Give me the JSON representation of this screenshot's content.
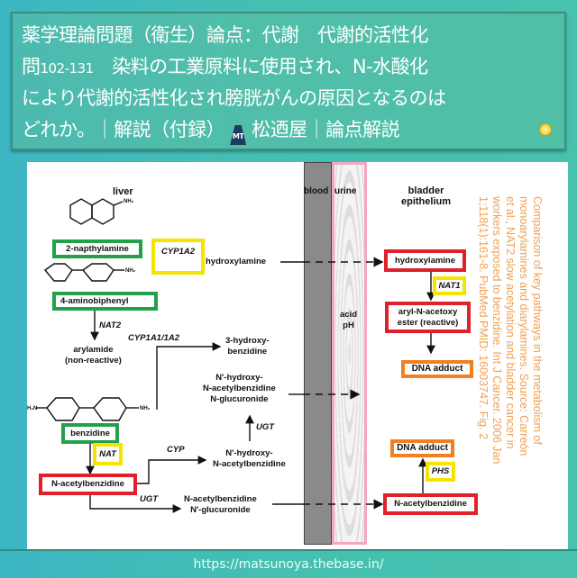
{
  "header": {
    "line1": "薬学理論問題（衛生）論点：代謝　代謝的活性化",
    "line2_prefix": "問",
    "line2_num": "102-131",
    "line2_rest": "　染料の工業原料に使用され、N-水酸化",
    "line3": "により代謝的活性化され膀胱がんの原因となるのは",
    "line4a": "どれか。｜解説（付録）",
    "logo": "MT",
    "line4b": "松迺屋｜論点解説"
  },
  "diagram": {
    "liver": "liver",
    "blood": "blood",
    "urine": "urine",
    "bladder1": "bladder",
    "bladder2": "epithelium",
    "acid1": "acid",
    "acid2": "pH",
    "napthylamine": "2-napthylamine",
    "aminobiphenyl": "4-aminobiphenyl",
    "cyp1a2": "CYP1A2",
    "hydroxylamine": "hydroxylamine",
    "nat2": "NAT2",
    "arylamide1": "arylamide",
    "arylamide2": "(non-reactive)",
    "cyp1a1": "CYP1A1/1A2",
    "hb1": "3-hydroxy-",
    "hb2": "benzidine",
    "gluc1": "N'-hydroxy-",
    "gluc2": "N-acetylbenzidine",
    "gluc3": "N-glucuronide",
    "ugt": "UGT",
    "nh1": "N'-hydroxy-",
    "nh2": "N-acetylbenzidine",
    "cyp": "CYP",
    "benzidine": "benzidine",
    "nat": "NAT",
    "nacetyl": "N-acetylbenzidine",
    "ng1": "N-acetylbenzidine",
    "ng2": "N'-glucuronide",
    "b_hydroxylamine": "hydroxylamine",
    "nat1": "NAT1",
    "ester1": "aryl-N-acetoxy",
    "ester2": "ester (reactive)",
    "dna1": "DNA adduct",
    "dna2": "DNA adduct",
    "phs": "PHS",
    "b_nacetyl": "N-acetylbenzidine",
    "nh2label": "NH₂",
    "h2nlabel": "H₂N"
  },
  "citation": "Comparison of key pathways in the metabolism of monoarylamines and diarylamines.  Source: Carreón et al., NAT2 slow acetylation and bladder cancer in workers exposed to benzidine. Int J Cancer. 2006 Jan 1;118(1):161-8. PubMed PMID: 16003747. Fig. 2",
  "footer": {
    "url": "https://matsunoya.thebase.in/"
  },
  "colors": {
    "substrate": "#22a04a",
    "enzyme": "#f4e400",
    "activated": "#e0202a",
    "adduct": "#f08020"
  }
}
